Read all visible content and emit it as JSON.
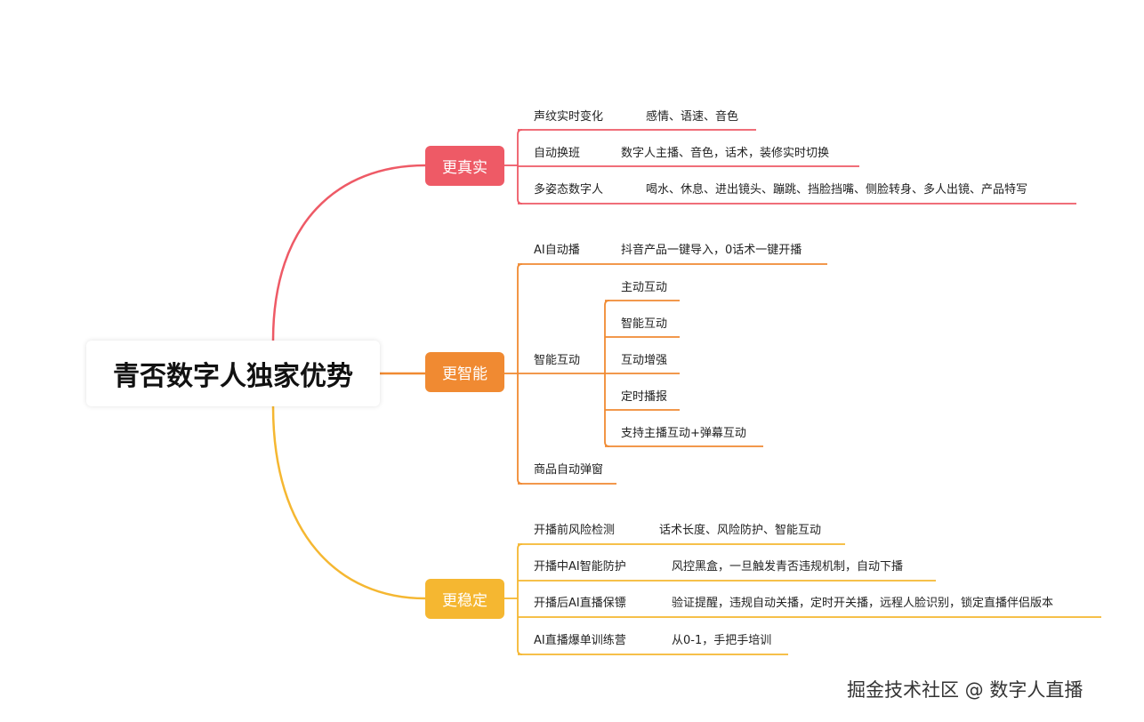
{
  "root": {
    "title": "青否数字人独家优势"
  },
  "branches": [
    {
      "label": "更真实",
      "color": "#ee5a66",
      "items": [
        {
          "label": "声纹实时变化",
          "detail": "感情、语速、音色"
        },
        {
          "label": "自动换班",
          "detail": "数字人主播、音色，话术，装修实时切换"
        },
        {
          "label": "多姿态数字人",
          "detail": "喝水、休息、进出镜头、蹦跳、挡脸挡嘴、侧脸转身、多人出镜、产品特写"
        }
      ]
    },
    {
      "label": "更智能",
      "color": "#f08a32",
      "items": [
        {
          "label": "AI自动播",
          "detail": "抖音产品一键导入，0话术一键开播"
        },
        {
          "label": "智能互动",
          "children": [
            "主动互动",
            "智能互动",
            "互动增强",
            "定时播报",
            "支持主播互动+弹幕互动"
          ]
        },
        {
          "label": "商品自动弹窗"
        }
      ]
    },
    {
      "label": "更稳定",
      "color": "#f5b731",
      "items": [
        {
          "label": "开播前风险检测",
          "detail": "话术长度、风险防护、智能互动"
        },
        {
          "label": "开播中AI智能防护",
          "detail": "风控黑盒，一旦触发青否违规机制，自动下播"
        },
        {
          "label": "开播后AI直播保镖",
          "detail": "验证提醒，违规自动关播，定时开关播，远程人脸识别，锁定直播伴侣版本"
        },
        {
          "label": "AI直播爆单训练营",
          "detail": "从0-1，手把手培训"
        }
      ]
    }
  ],
  "watermark": "掘金技术社区 @ 数字人直播"
}
